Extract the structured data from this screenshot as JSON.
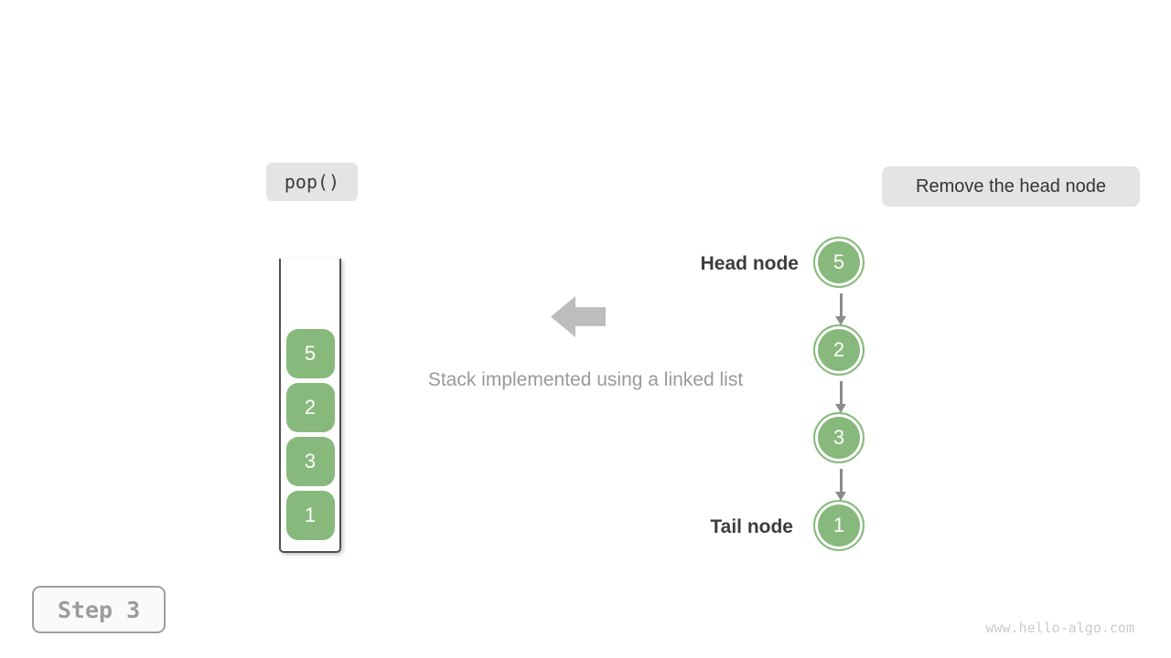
{
  "badges": {
    "operation": "pop()",
    "description": "Remove the head node",
    "step": "Step 3"
  },
  "stack": {
    "items_top_to_bottom": [
      "5",
      "2",
      "3",
      "1"
    ]
  },
  "center": {
    "arrow_icon": "left-block-arrow",
    "caption": "Stack implemented using a linked list"
  },
  "linked_list": {
    "head_label": "Head node",
    "tail_label": "Tail node",
    "nodes_head_to_tail": [
      "5",
      "2",
      "3",
      "1"
    ]
  },
  "watermark": "www.hello-algo.com",
  "colors": {
    "node_green": "#87b97c",
    "badge_background": "#e4e4e4",
    "big_arrow_gray": "#bdbdbd",
    "connector_gray": "#8c8c8c",
    "container_border": "#4f4f4f",
    "muted_text": "#9a9a9a",
    "dark_text": "#3d3d3d",
    "step_text": "#9b9b9b",
    "watermark_text": "#cbcbcb"
  }
}
